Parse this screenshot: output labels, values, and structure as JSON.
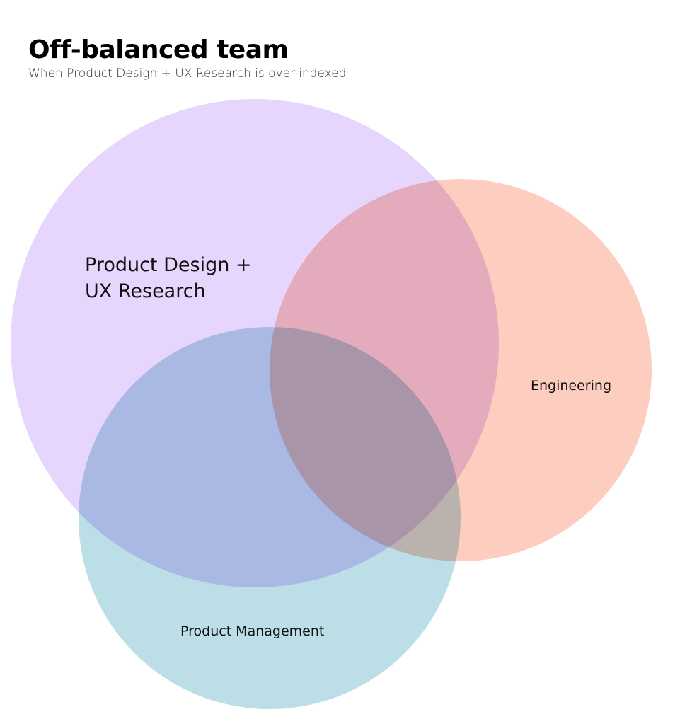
{
  "title": "Off-balanced team",
  "subtitle": "When Product Design + UX Research is over-indexed",
  "sets": {
    "design": {
      "label_line1": "Product Design +",
      "label_line2": "UX Research",
      "color": "#e6d5fc"
    },
    "engineering": {
      "label": "Engineering",
      "color": "#fdcdbf"
    },
    "pm": {
      "label": "Product Management",
      "color": "#bcdee6"
    }
  }
}
